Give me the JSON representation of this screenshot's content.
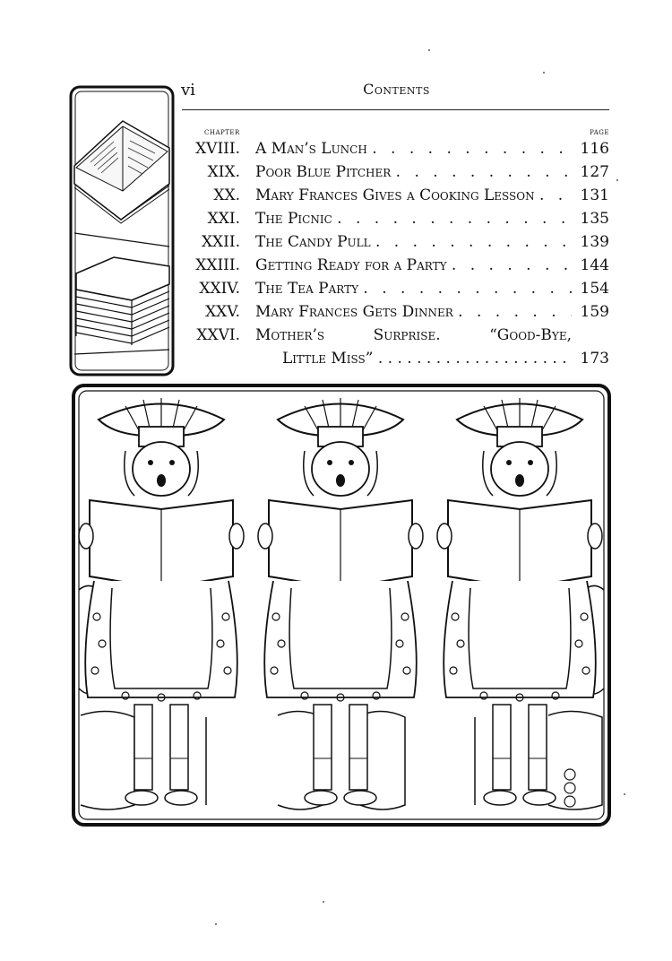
{
  "header": {
    "folio": "vi",
    "title": "Contents"
  },
  "columns": {
    "chapter": "CHAPTER",
    "page": "PAGE"
  },
  "toc": [
    {
      "num": "XVIII.",
      "title": "A Man’s Lunch",
      "page": "116"
    },
    {
      "num": "XIX.",
      "title": "Poor Blue Pitcher",
      "page": "127"
    },
    {
      "num": "XX.",
      "title": "Mary Frances Gives a Cooking Lesson",
      "page": "131"
    },
    {
      "num": "XXI.",
      "title": "The Picnic",
      "page": "135"
    },
    {
      "num": "XXII.",
      "title": "The Candy Pull",
      "page": "139"
    },
    {
      "num": "XXIII.",
      "title": "Getting Ready for a Party",
      "page": "144"
    },
    {
      "num": "XXIV.",
      "title": "The Tea Party",
      "page": "154"
    },
    {
      "num": "XXV.",
      "title": "Mary Frances Gets Dinner",
      "page": "159"
    }
  ],
  "last_entry": {
    "num": "XXVI.",
    "words": [
      "Mother’s",
      "Surprise.",
      "“Good-Bye,"
    ],
    "title_line2": "Little Miss”",
    "page": "173"
  },
  "illustration": {
    "subject": "three-girls-in-chef-hats-singing-from-books"
  }
}
